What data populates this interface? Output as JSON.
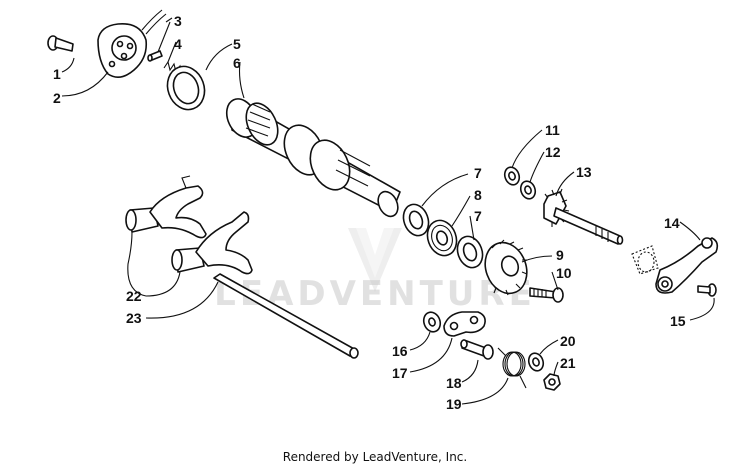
{
  "callouts": [
    "1",
    "2",
    "3",
    "4",
    "5",
    "6",
    "7",
    "8",
    "7",
    "9",
    "10",
    "11",
    "12",
    "13",
    "14",
    "15",
    "16",
    "17",
    "18",
    "19",
    "20",
    "21",
    "22",
    "23"
  ],
  "watermark": "LEADVENTURE",
  "footer": "Rendered by LeadVenture, Inc."
}
